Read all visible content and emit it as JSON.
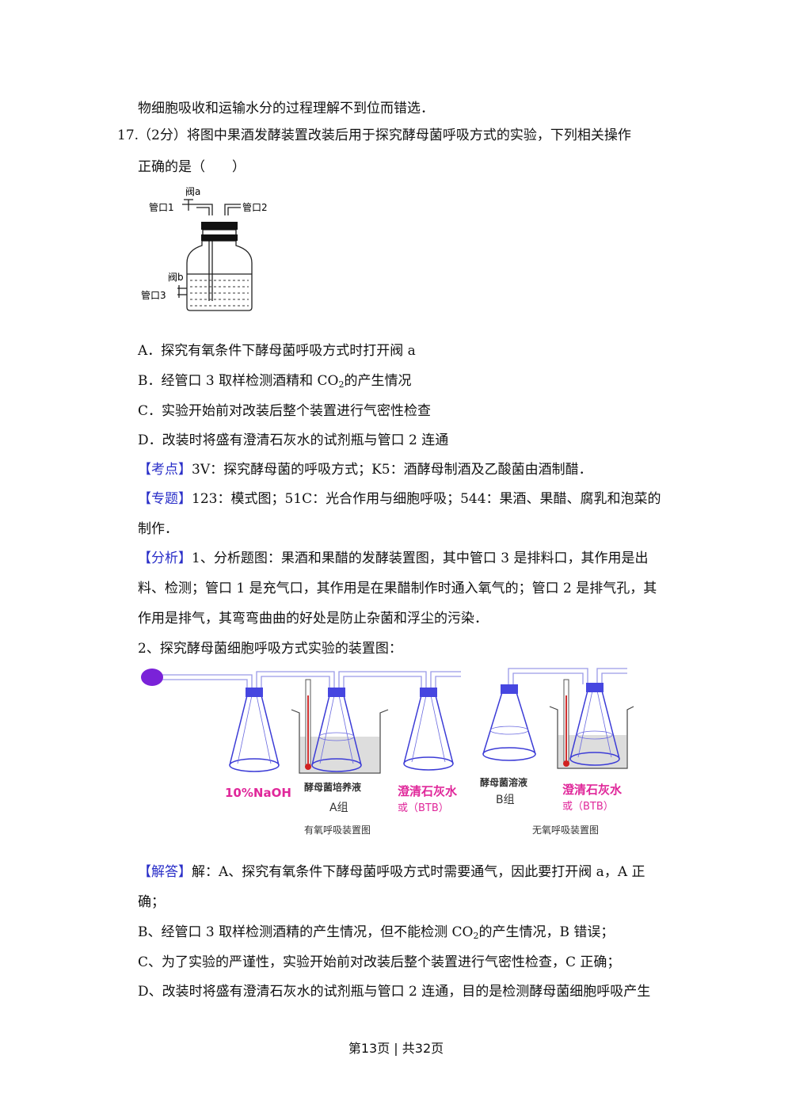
{
  "lines": {
    "l1": "物细胞吸收和运输水分的过程理解不到位而错选．",
    "q_num": "17.",
    "q_l1": "（2分）将图中果酒发酵装置改装后用于探究酵母菌呼吸方式的实验，下列相关操作",
    "q_l2": "正确的是（　　）"
  },
  "fig1": {
    "valve_a": "阀a",
    "port1": "管口1",
    "port2": "管口2",
    "valve_b": "阀b",
    "port3": "管口3"
  },
  "options": {
    "a": "A．探究有氧条件下酵母菌呼吸方式时打开阀 a",
    "b_pre": "B．经管口 3 取样检测酒精和 CO",
    "b_sub": "2",
    "b_post": "的产生情况",
    "c": "C．实验开始前对改装后整个装置进行气密性检查",
    "d": "D．改装时将盛有澄清石灰水的试剂瓶与管口 2 连通"
  },
  "kaodian": {
    "tag": "【考点】",
    "text": "3V：探究酵母菌的呼吸方式；K5：酒酵母制酒及乙酸菌由酒制醋．"
  },
  "zhuanti": {
    "tag": "【专题】",
    "text1": "123：模式图；51C：光合作用与细胞呼吸；544：果酒、果醋、腐乳和泡菜的",
    "text2": "制作．"
  },
  "fenxi": {
    "tag": "【分析】",
    "text1": "1、分析题图：果酒和果醋的发酵装置图，其中管口 3 是排料口，其作用是出",
    "text2": "料、检测；管口 1 是充气口，其作用是在果醋制作时通入氧气的；管口 2 是排气孔，其",
    "text3": "作用是排气，其弯弯曲曲的好处是防止杂菌和浮尘的污染．",
    "text4": "2、探究酵母菌细胞呼吸方式实验的装置图："
  },
  "fig2": {
    "naoh": "10%NaOH",
    "culture": "酵母菌培养液",
    "group_a": "A组",
    "lime1": "澄清石灰水",
    "btb1": "或（BTB）",
    "aerobic": "有氧呼吸装置图",
    "solution": "酵母菌溶液",
    "group_b": "B组",
    "lime2": "澄清石灰水",
    "btb2": "或（BTB）",
    "anaerobic": "无氧呼吸装置图"
  },
  "jieda": {
    "tag": "【解答】",
    "text1": "解：A、探究有氧条件下酵母菌呼吸方式时需要通气，因此要打开阀 a，A 正",
    "text2": "确；",
    "b_pre": "B、经管口 3 取样检测酒精的产生情况，但不能检测 CO",
    "b_sub": "2",
    "b_post": "的产生情况，B 错误；",
    "c": "C、为了实验的严谨性，实验开始前对改装后整个装置进行气密性检查，C 正确；",
    "d": "D、改装时将盛有澄清石灰水的试剂瓶与管口 2 连通，目的是检测酵母菌细胞呼吸产生"
  },
  "footer": "第13页 | 共32页",
  "colors": {
    "tag": "#2a2fc8",
    "flask": "#3b3bd6",
    "label_magenta": "#e0279a",
    "bulb": "#7a22d8"
  }
}
